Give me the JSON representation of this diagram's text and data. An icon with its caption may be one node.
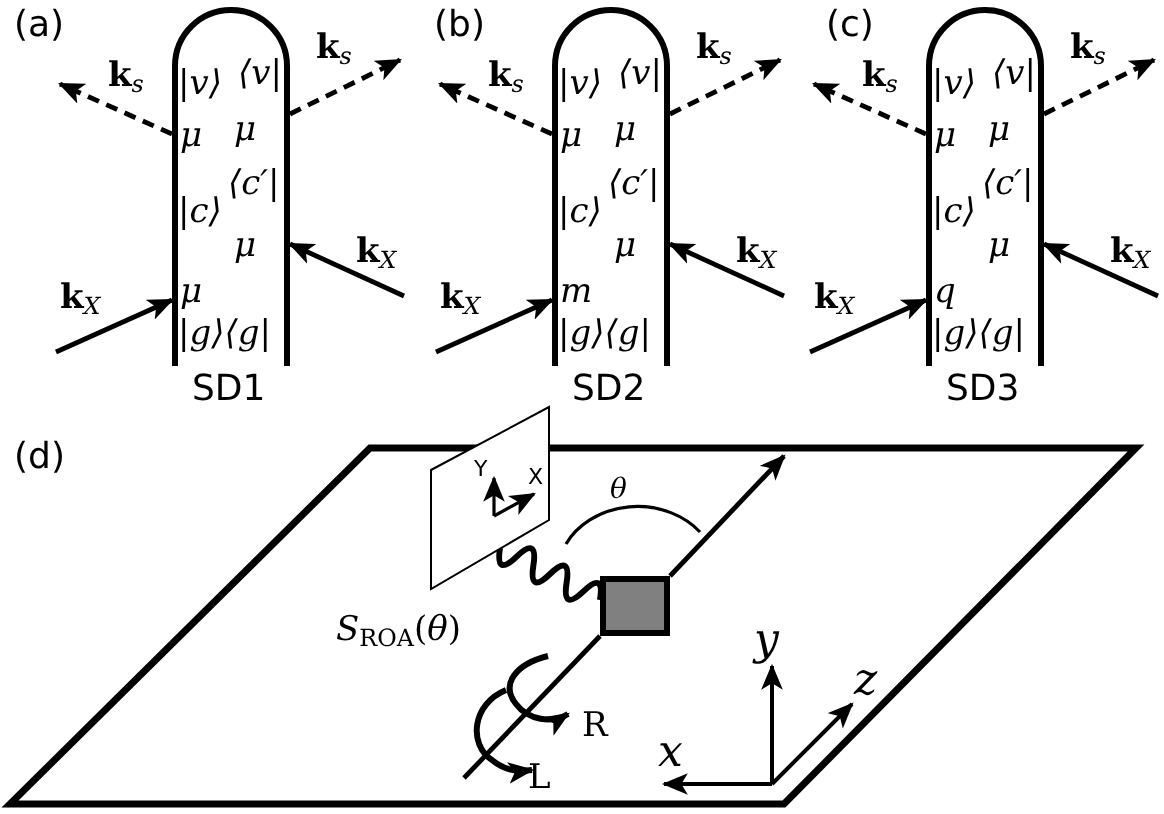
{
  "diagram": {
    "nodes": [
      {
        "text": [
          "|v⟩",
          "⟨v|",
          "μ",
          "μ",
          "|c⟩",
          "⟨c′|",
          "μ",
          "μ",
          "|g⟩⟨g|"
        ],
        "beside": [
          "SD1"
        ]
      },
      {
        "text": [
          "|v⟩",
          "⟨v|",
          "μ",
          "μ",
          "|c⟩",
          "⟨c′|",
          "μ",
          "m",
          "|g⟩⟨g|"
        ],
        "beside": [
          "SD2"
        ]
      },
      {
        "text": [
          "|v⟩",
          "⟨v|",
          "μ",
          "μ",
          "|c⟩",
          "⟨c′|",
          "μ",
          "q",
          "|g⟩⟨g|"
        ],
        "beside": [
          "SD3"
        ]
      },
      {
        "text": [
          "Y",
          "X"
        ],
        "beside": [
          "*S*$_{ROA}$(*θ*)"
        ]
      },
      {
        "text": [],
        "shape": "box"
      }
    ],
    "edges": [
      {
        "from": null,
        "to": 0,
        "arrow": "to",
        "label": "**k**$_{X}$"
      },
      {
        "from": null,
        "to": 0,
        "arrow": "to",
        "label": "**k**$_{X}$"
      },
      {
        "from": 0,
        "to": null,
        "arrow": "to",
        "label": "**k**$_{s}$",
        "style": "dashed"
      },
      {
        "from": 0,
        "to": null,
        "arrow": "to",
        "label": "**k**$_{s}$",
        "style": "dashed"
      },
      {
        "from": null,
        "to": 1,
        "arrow": "to",
        "label": "**k**$_{X}$"
      },
      {
        "from": null,
        "to": 1,
        "arrow": "to",
        "label": "**k**$_{X}$"
      },
      {
        "from": 1,
        "to": null,
        "arrow": "to",
        "label": "**k**$_{s}$",
        "style": "dashed"
      },
      {
        "from": 1,
        "to": null,
        "arrow": "to",
        "label": "**k**$_{s}$",
        "style": "dashed"
      },
      {
        "from": null,
        "to": 2,
        "arrow": "to",
        "label": "**k**$_{X}$"
      },
      {
        "from": null,
        "to": 2,
        "arrow": "to",
        "label": "**k**$_{X}$"
      },
      {
        "from": 2,
        "to": null,
        "arrow": "to",
        "label": "**k**$_{s}$",
        "style": "dashed"
      },
      {
        "from": 2,
        "to": null,
        "arrow": "to",
        "label": "**k**$_{s}$",
        "style": "dashed"
      },
      {
        "from": null,
        "to": 4,
        "arrow": "none"
      },
      {
        "from": 4,
        "to": null,
        "arrow": "to"
      },
      {
        "from": 4,
        "to": 3,
        "arrow": "none"
      }
    ],
    "labels": [
      "(a)",
      "(b)",
      "(c)",
      "(d)",
      "θ",
      "R",
      "L",
      "x",
      "y",
      "z"
    ]
  }
}
